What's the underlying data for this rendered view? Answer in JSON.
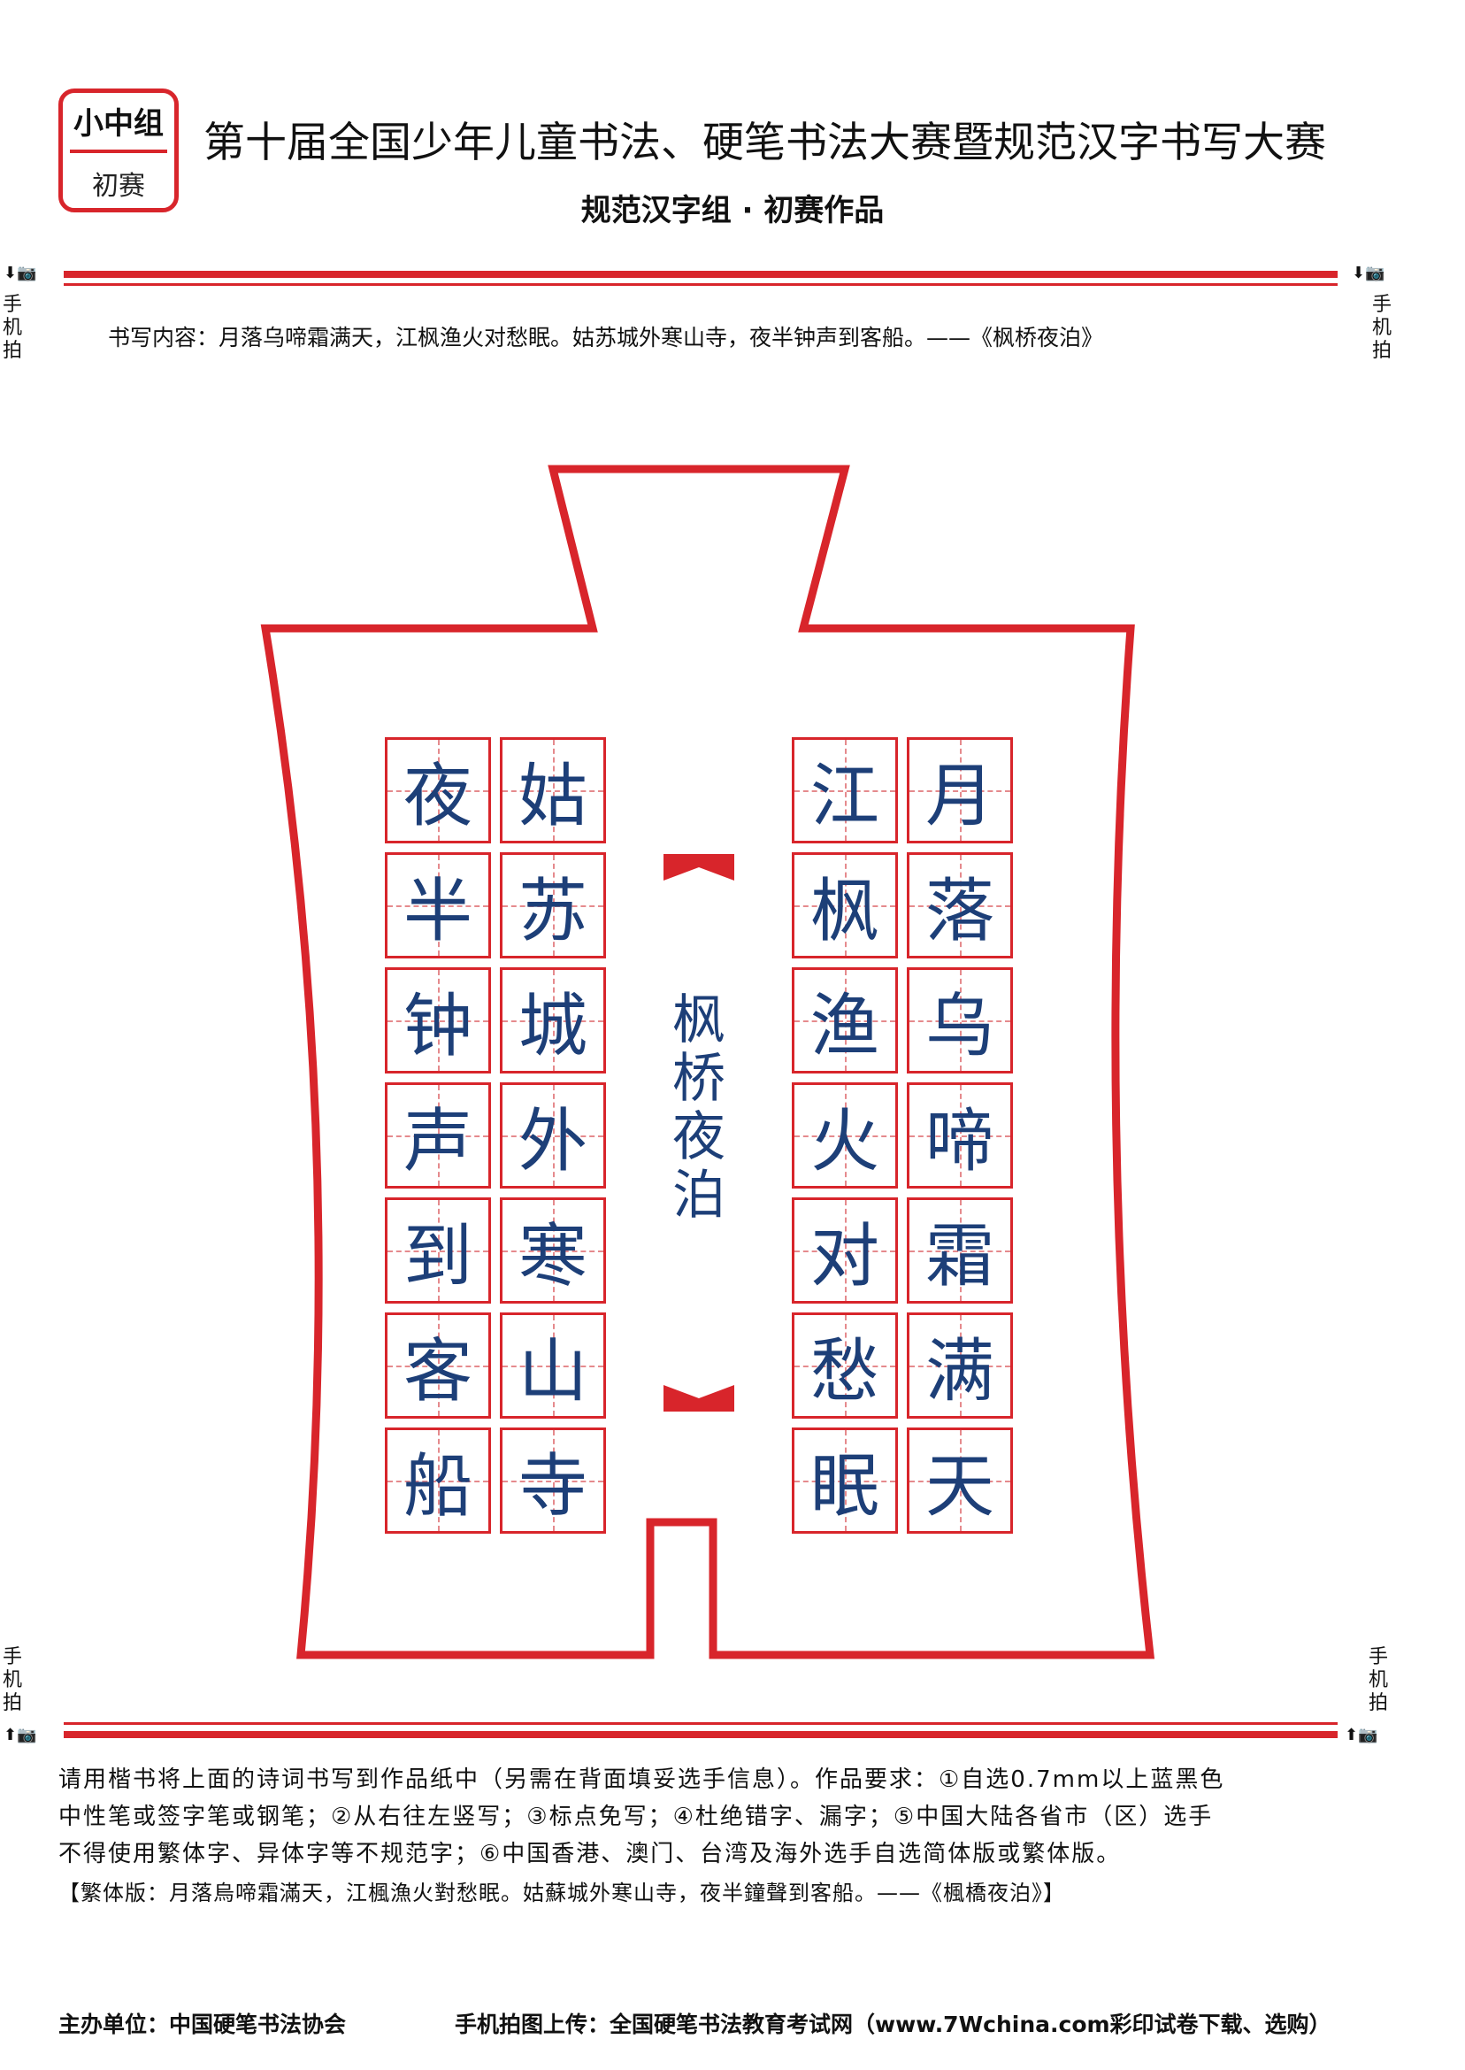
{
  "header": {
    "group_badge": "小中组",
    "round_badge": "初赛",
    "title": "第十届全国少年儿童书法、硬笔书法大赛暨规范汉字书写大赛",
    "subtitle": "规范汉字组 · 初赛作品"
  },
  "side_labels": {
    "photo_mark": "⬇📷",
    "photo_mark_up": "⬆📷",
    "phone_shoot": "手机拍",
    "phone_shoot_chars": [
      "手",
      "机",
      "拍"
    ]
  },
  "content_line": "书写内容：月落乌啼霜满天，江枫渔火对愁眠。姑苏城外寒山寺，夜半钟声到客船。——《枫桥夜泊》",
  "poem": {
    "title": "枫桥夜泊",
    "title_chars": [
      "枫",
      "桥",
      "夜",
      "泊"
    ],
    "columns": [
      [
        "月",
        "落",
        "乌",
        "啼",
        "霜",
        "满",
        "天"
      ],
      [
        "江",
        "枫",
        "渔",
        "火",
        "对",
        "愁",
        "眠"
      ],
      [
        "姑",
        "苏",
        "城",
        "外",
        "寒",
        "山",
        "寺"
      ],
      [
        "夜",
        "半",
        "钟",
        "声",
        "到",
        "客",
        "船"
      ]
    ]
  },
  "instructions": {
    "line1": "请用楷书将上面的诗词书写到作品纸中（另需在背面填妥选手信息）。作品要求：①自选0.7mm以上蓝黑色",
    "line2": "中性笔或签字笔或钢笔；②从右往左竖写；③标点免写；④杜绝错字、漏字；⑤中国大陆各省市（区）选手",
    "line3": "不得使用繁体字、异体字等不规范字；⑥中国香港、澳门、台湾及海外选手自选简体版或繁体版。",
    "traditional": "【繁体版：月落烏啼霜滿天，江楓漁火對愁眠。姑蘇城外寒山寺，夜半鐘聲到客船。——《楓橋夜泊》】"
  },
  "footer": {
    "organizer": "主办单位：中国硬笔书法协会",
    "upload": "手机拍图上传：全国硬笔书法教育考试网（www.7Wchina.com彩印试卷下载、选购）"
  },
  "colors": {
    "accent_red": "#d8252b",
    "ink_blue": "#1d3f78"
  }
}
